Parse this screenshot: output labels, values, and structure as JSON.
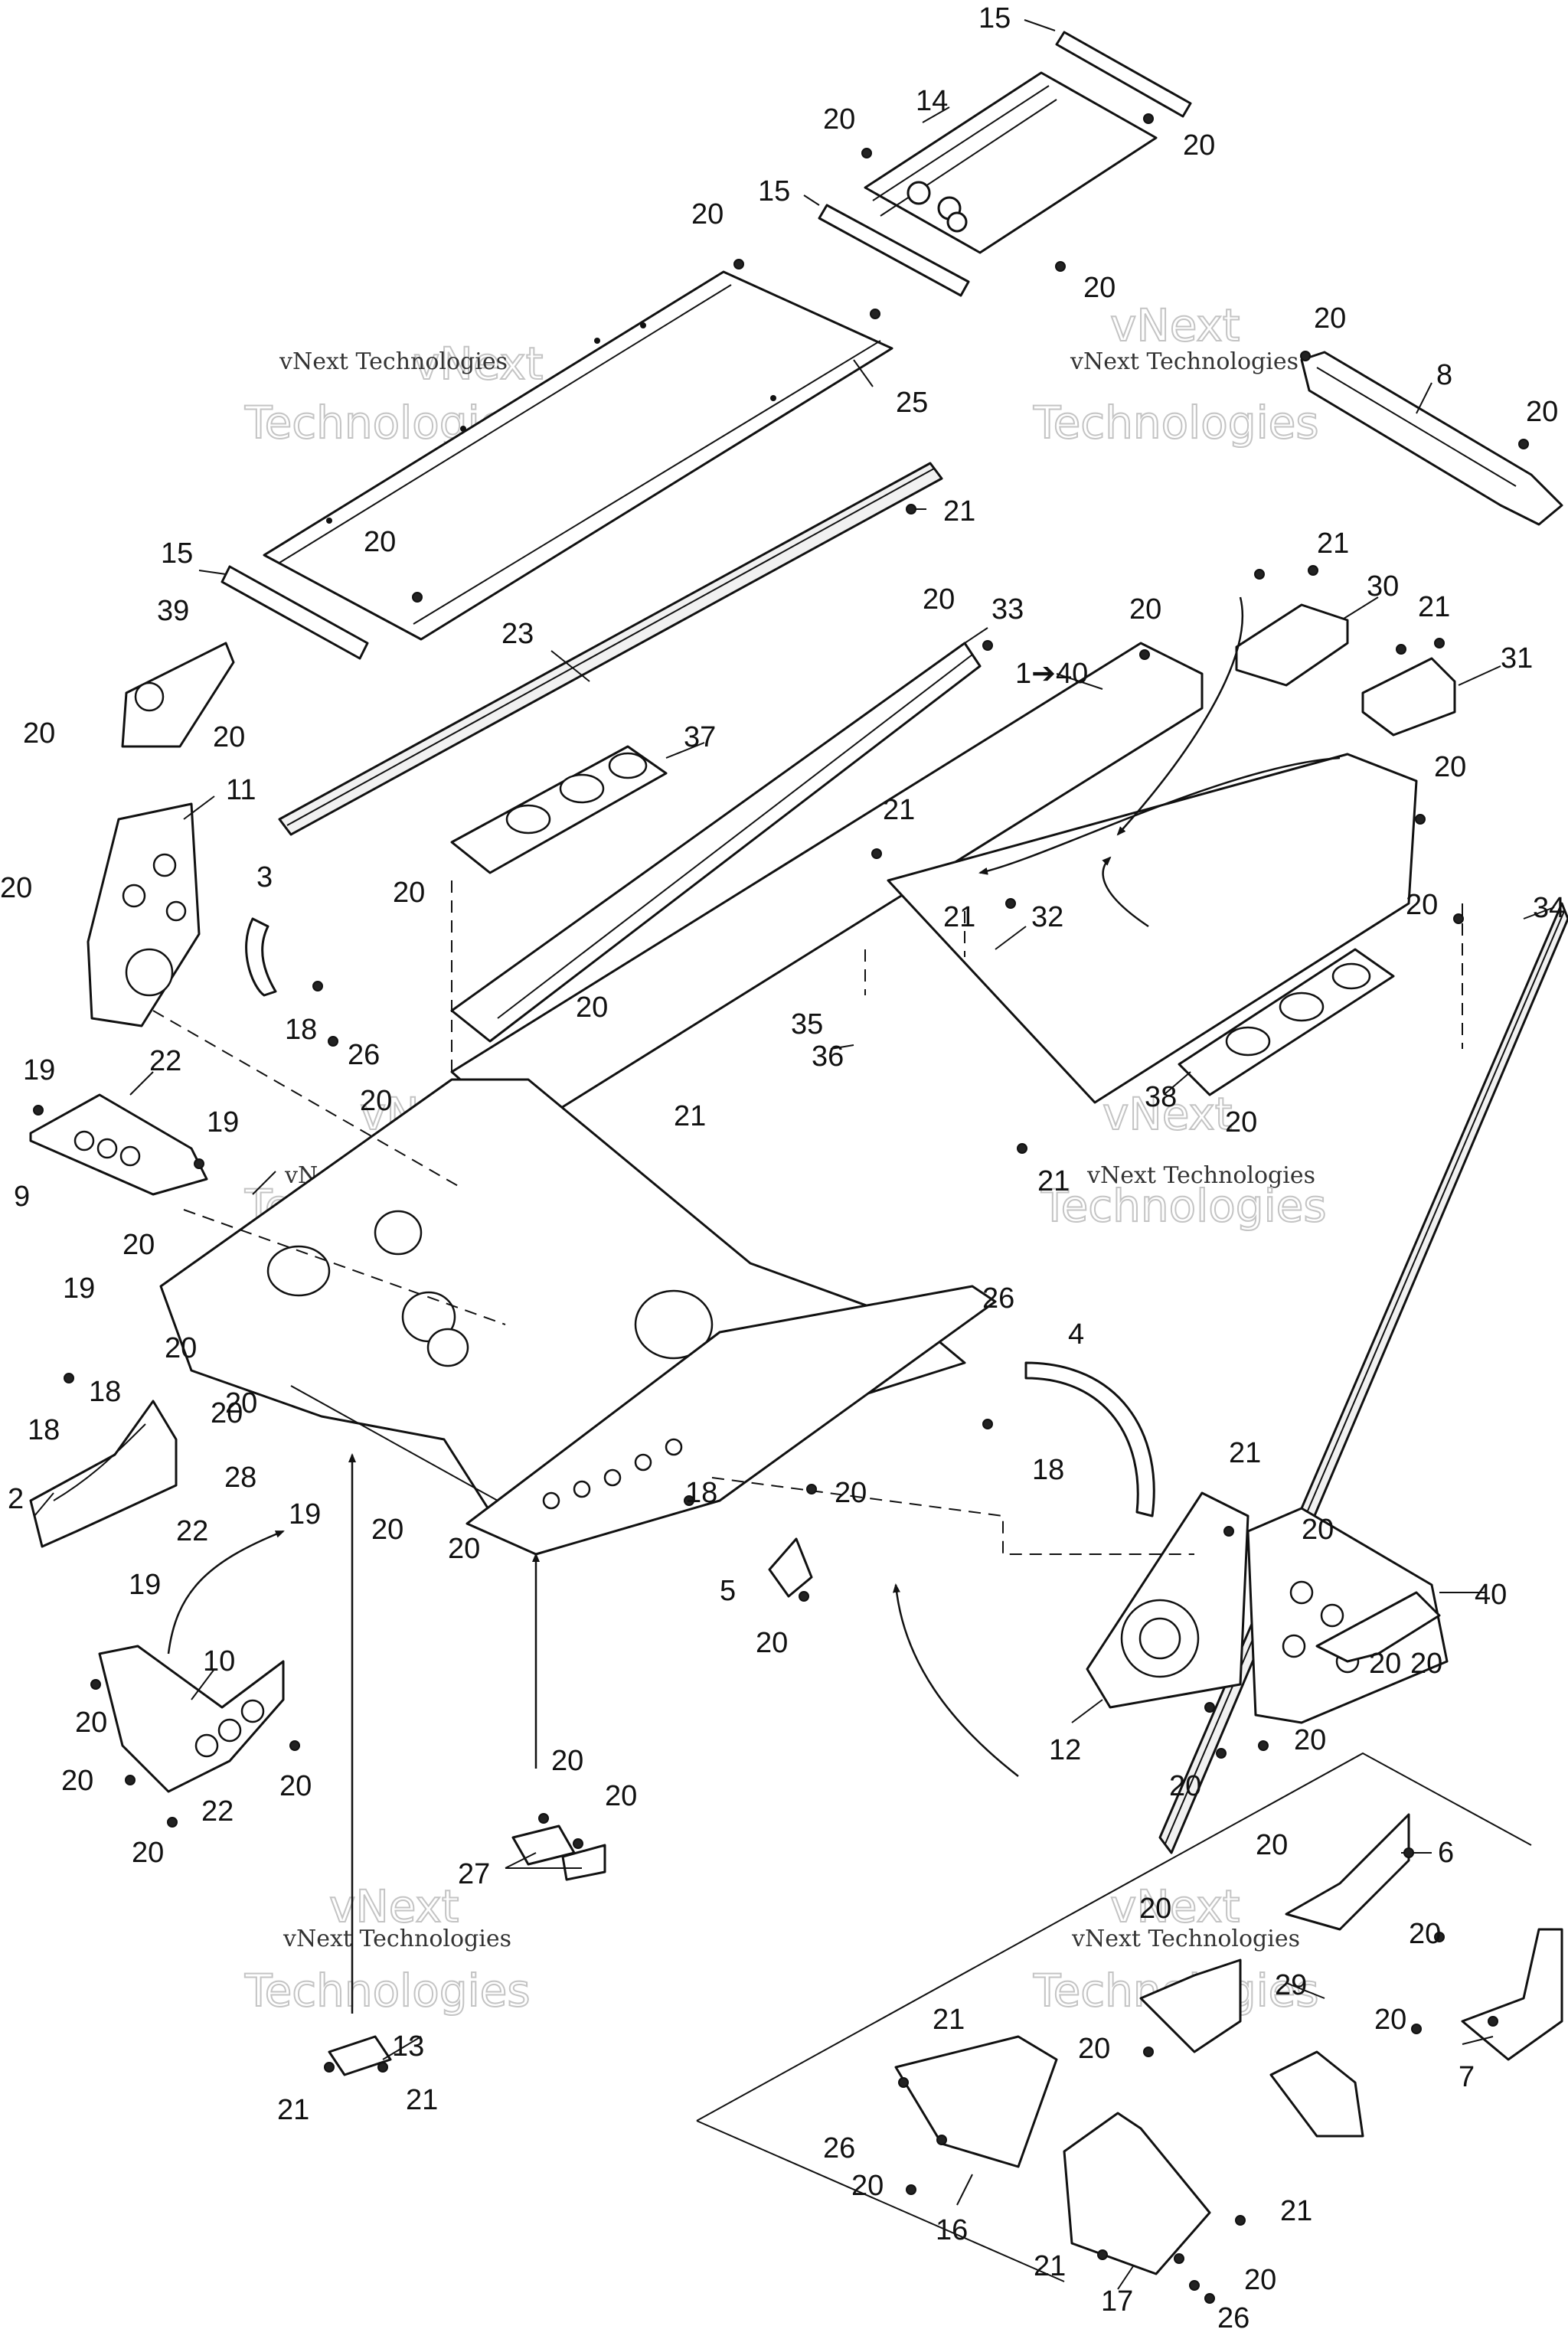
{
  "watermark": {
    "line1": "vNext",
    "line2": "Technologies",
    "caption": "vNext Technologies"
  },
  "callouts": [
    {
      "id": "c15a",
      "text": "15"
    },
    {
      "id": "c14",
      "text": "14"
    },
    {
      "id": "c20a",
      "text": "20"
    },
    {
      "id": "c20b",
      "text": "20"
    },
    {
      "id": "c15b",
      "text": "15"
    },
    {
      "id": "c20c",
      "text": "20"
    },
    {
      "id": "c20d",
      "text": "20"
    },
    {
      "id": "c25",
      "text": "25"
    },
    {
      "id": "c20e",
      "text": "20"
    },
    {
      "id": "c8",
      "text": "8"
    },
    {
      "id": "c20f",
      "text": "20"
    },
    {
      "id": "c21a",
      "text": "21"
    },
    {
      "id": "c15c",
      "text": "15"
    },
    {
      "id": "c20g",
      "text": "20"
    },
    {
      "id": "c39",
      "text": "39"
    },
    {
      "id": "c21b",
      "text": "21"
    },
    {
      "id": "c30",
      "text": "30"
    },
    {
      "id": "c23",
      "text": "23"
    },
    {
      "id": "c20h",
      "text": "20"
    },
    {
      "id": "c33",
      "text": "33"
    },
    {
      "id": "c20i",
      "text": "20"
    },
    {
      "id": "c21c",
      "text": "21"
    },
    {
      "id": "c31",
      "text": "31"
    },
    {
      "id": "c20j",
      "text": "20"
    },
    {
      "id": "c20k",
      "text": "20"
    },
    {
      "id": "c140",
      "text": "1➔40"
    },
    {
      "id": "c37",
      "text": "37"
    },
    {
      "id": "c11",
      "text": "11"
    },
    {
      "id": "c20l",
      "text": "20"
    },
    {
      "id": "c21d",
      "text": "21"
    },
    {
      "id": "c20m",
      "text": "20"
    },
    {
      "id": "c3",
      "text": "3"
    },
    {
      "id": "c20n",
      "text": "20"
    },
    {
      "id": "c21e",
      "text": "21"
    },
    {
      "id": "c32",
      "text": "32"
    },
    {
      "id": "c20o",
      "text": "20"
    },
    {
      "id": "c34",
      "text": "34"
    },
    {
      "id": "c18a",
      "text": "18"
    },
    {
      "id": "c26a",
      "text": "26"
    },
    {
      "id": "c20p",
      "text": "20"
    },
    {
      "id": "c35",
      "text": "35"
    },
    {
      "id": "c36",
      "text": "36"
    },
    {
      "id": "c19a",
      "text": "19"
    },
    {
      "id": "c22a",
      "text": "22"
    },
    {
      "id": "c21f",
      "text": "21"
    },
    {
      "id": "c38",
      "text": "38"
    },
    {
      "id": "c20q",
      "text": "20"
    },
    {
      "id": "c19b",
      "text": "19"
    },
    {
      "id": "c20r",
      "text": "20"
    },
    {
      "id": "c9",
      "text": "9"
    },
    {
      "id": "c21g",
      "text": "21"
    },
    {
      "id": "c20s",
      "text": "20"
    },
    {
      "id": "c19c",
      "text": "19"
    },
    {
      "id": "c20t",
      "text": "20"
    },
    {
      "id": "c26b",
      "text": "26"
    },
    {
      "id": "c4",
      "text": "4"
    },
    {
      "id": "c18b",
      "text": "18"
    },
    {
      "id": "c20u",
      "text": "20"
    },
    {
      "id": "c21h",
      "text": "21"
    },
    {
      "id": "c18c",
      "text": "18"
    },
    {
      "id": "c28",
      "text": "28"
    },
    {
      "id": "c2",
      "text": "2"
    },
    {
      "id": "c22b",
      "text": "22"
    },
    {
      "id": "c19d",
      "text": "19"
    },
    {
      "id": "c20v",
      "text": "20"
    },
    {
      "id": "c18d",
      "text": "18"
    },
    {
      "id": "c20w",
      "text": "20"
    },
    {
      "id": "c20x",
      "text": "20"
    },
    {
      "id": "c18e",
      "text": "18"
    },
    {
      "id": "c20y",
      "text": "20"
    },
    {
      "id": "c20z",
      "text": "20"
    },
    {
      "id": "c19e",
      "text": "19"
    },
    {
      "id": "c5",
      "text": "5"
    },
    {
      "id": "c20aa",
      "text": "20"
    },
    {
      "id": "c20ab",
      "text": "20"
    },
    {
      "id": "c40",
      "text": "40"
    },
    {
      "id": "c10",
      "text": "10"
    },
    {
      "id": "c20ac",
      "text": "20"
    },
    {
      "id": "c20ad",
      "text": "20"
    },
    {
      "id": "c12",
      "text": "12"
    },
    {
      "id": "c20ae",
      "text": "20"
    },
    {
      "id": "c20af",
      "text": "20"
    },
    {
      "id": "c20ag",
      "text": "20"
    },
    {
      "id": "c22c",
      "text": "22"
    },
    {
      "id": "c20ah",
      "text": "20"
    },
    {
      "id": "c20ai",
      "text": "20"
    },
    {
      "id": "c20aj",
      "text": "20"
    },
    {
      "id": "c27",
      "text": "27"
    },
    {
      "id": "c20ak",
      "text": "20"
    },
    {
      "id": "c6",
      "text": "6"
    },
    {
      "id": "c20al",
      "text": "20"
    },
    {
      "id": "c20am",
      "text": "20"
    },
    {
      "id": "c29",
      "text": "29"
    },
    {
      "id": "c20an",
      "text": "20"
    },
    {
      "id": "c20ao",
      "text": "20"
    },
    {
      "id": "c21i",
      "text": "21"
    },
    {
      "id": "c7",
      "text": "7"
    },
    {
      "id": "c20ap",
      "text": "20"
    },
    {
      "id": "c13",
      "text": "13"
    },
    {
      "id": "c21j",
      "text": "21"
    },
    {
      "id": "c21k",
      "text": "21"
    },
    {
      "id": "c26c",
      "text": "26"
    },
    {
      "id": "c20aq",
      "text": "20"
    },
    {
      "id": "c16",
      "text": "16"
    },
    {
      "id": "c21l",
      "text": "21"
    },
    {
      "id": "c21m",
      "text": "21"
    },
    {
      "id": "c17",
      "text": "17"
    },
    {
      "id": "c20ar",
      "text": "20"
    },
    {
      "id": "c26d",
      "text": "26"
    }
  ]
}
